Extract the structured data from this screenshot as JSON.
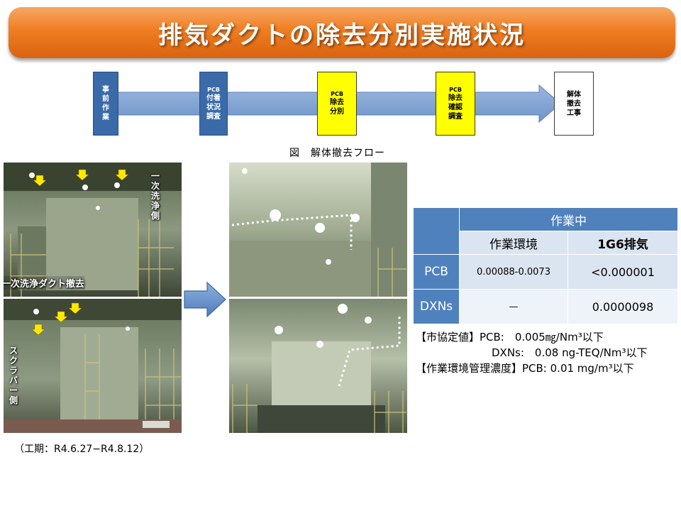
{
  "title": "排気ダクトの除去分別実施状況",
  "flow": {
    "steps": [
      {
        "lines": [
          "事",
          "前",
          "作",
          "業"
        ],
        "color": "blue"
      },
      {
        "top": "PCB",
        "lines": [
          "付着",
          "状況",
          "調査"
        ],
        "color": "blue"
      },
      {
        "top": "PCB",
        "lines": [
          "除去",
          "分別"
        ],
        "color": "yellow"
      },
      {
        "top": "PCB",
        "lines": [
          "除去",
          "確認",
          "調査"
        ],
        "color": "yellow"
      },
      {
        "lines": [
          "解体",
          "撤去",
          "工事"
        ],
        "color": "white"
      }
    ],
    "caption": "図　解体撤去フロー"
  },
  "photos": {
    "label_primary_side": "一次洗浄側",
    "label_primary_duct": "一次洗浄ダクト撤去",
    "label_scrubber_side": "スクラバー側"
  },
  "period": "（工期：R4.6.27−R4.8.12）",
  "table": {
    "group_header": "作業中",
    "col_env": "作業環境",
    "col_exhaust": "1G6排気",
    "rows": [
      {
        "label": "PCB",
        "env": "0.00088-0.0073",
        "exhaust": "<0.000001"
      },
      {
        "label": "DXNs",
        "env": "—",
        "exhaust": "0.0000098"
      }
    ]
  },
  "standards": {
    "line1": "【市協定値】PCB:　0.005㎎/Nm³以下",
    "line2": "DXNs:　0.08 ng-TEQ/Nm³以下",
    "line3": "【作業環境管理濃度】PCB: 0.01 mg/m³以下"
  },
  "colors": {
    "title_orange": "#ef7d22",
    "flow_blue": "#3a6aa8",
    "flow_yellow": "#ffff00",
    "table_header": "#4f81bd",
    "table_cell": "#dbe5f1"
  }
}
